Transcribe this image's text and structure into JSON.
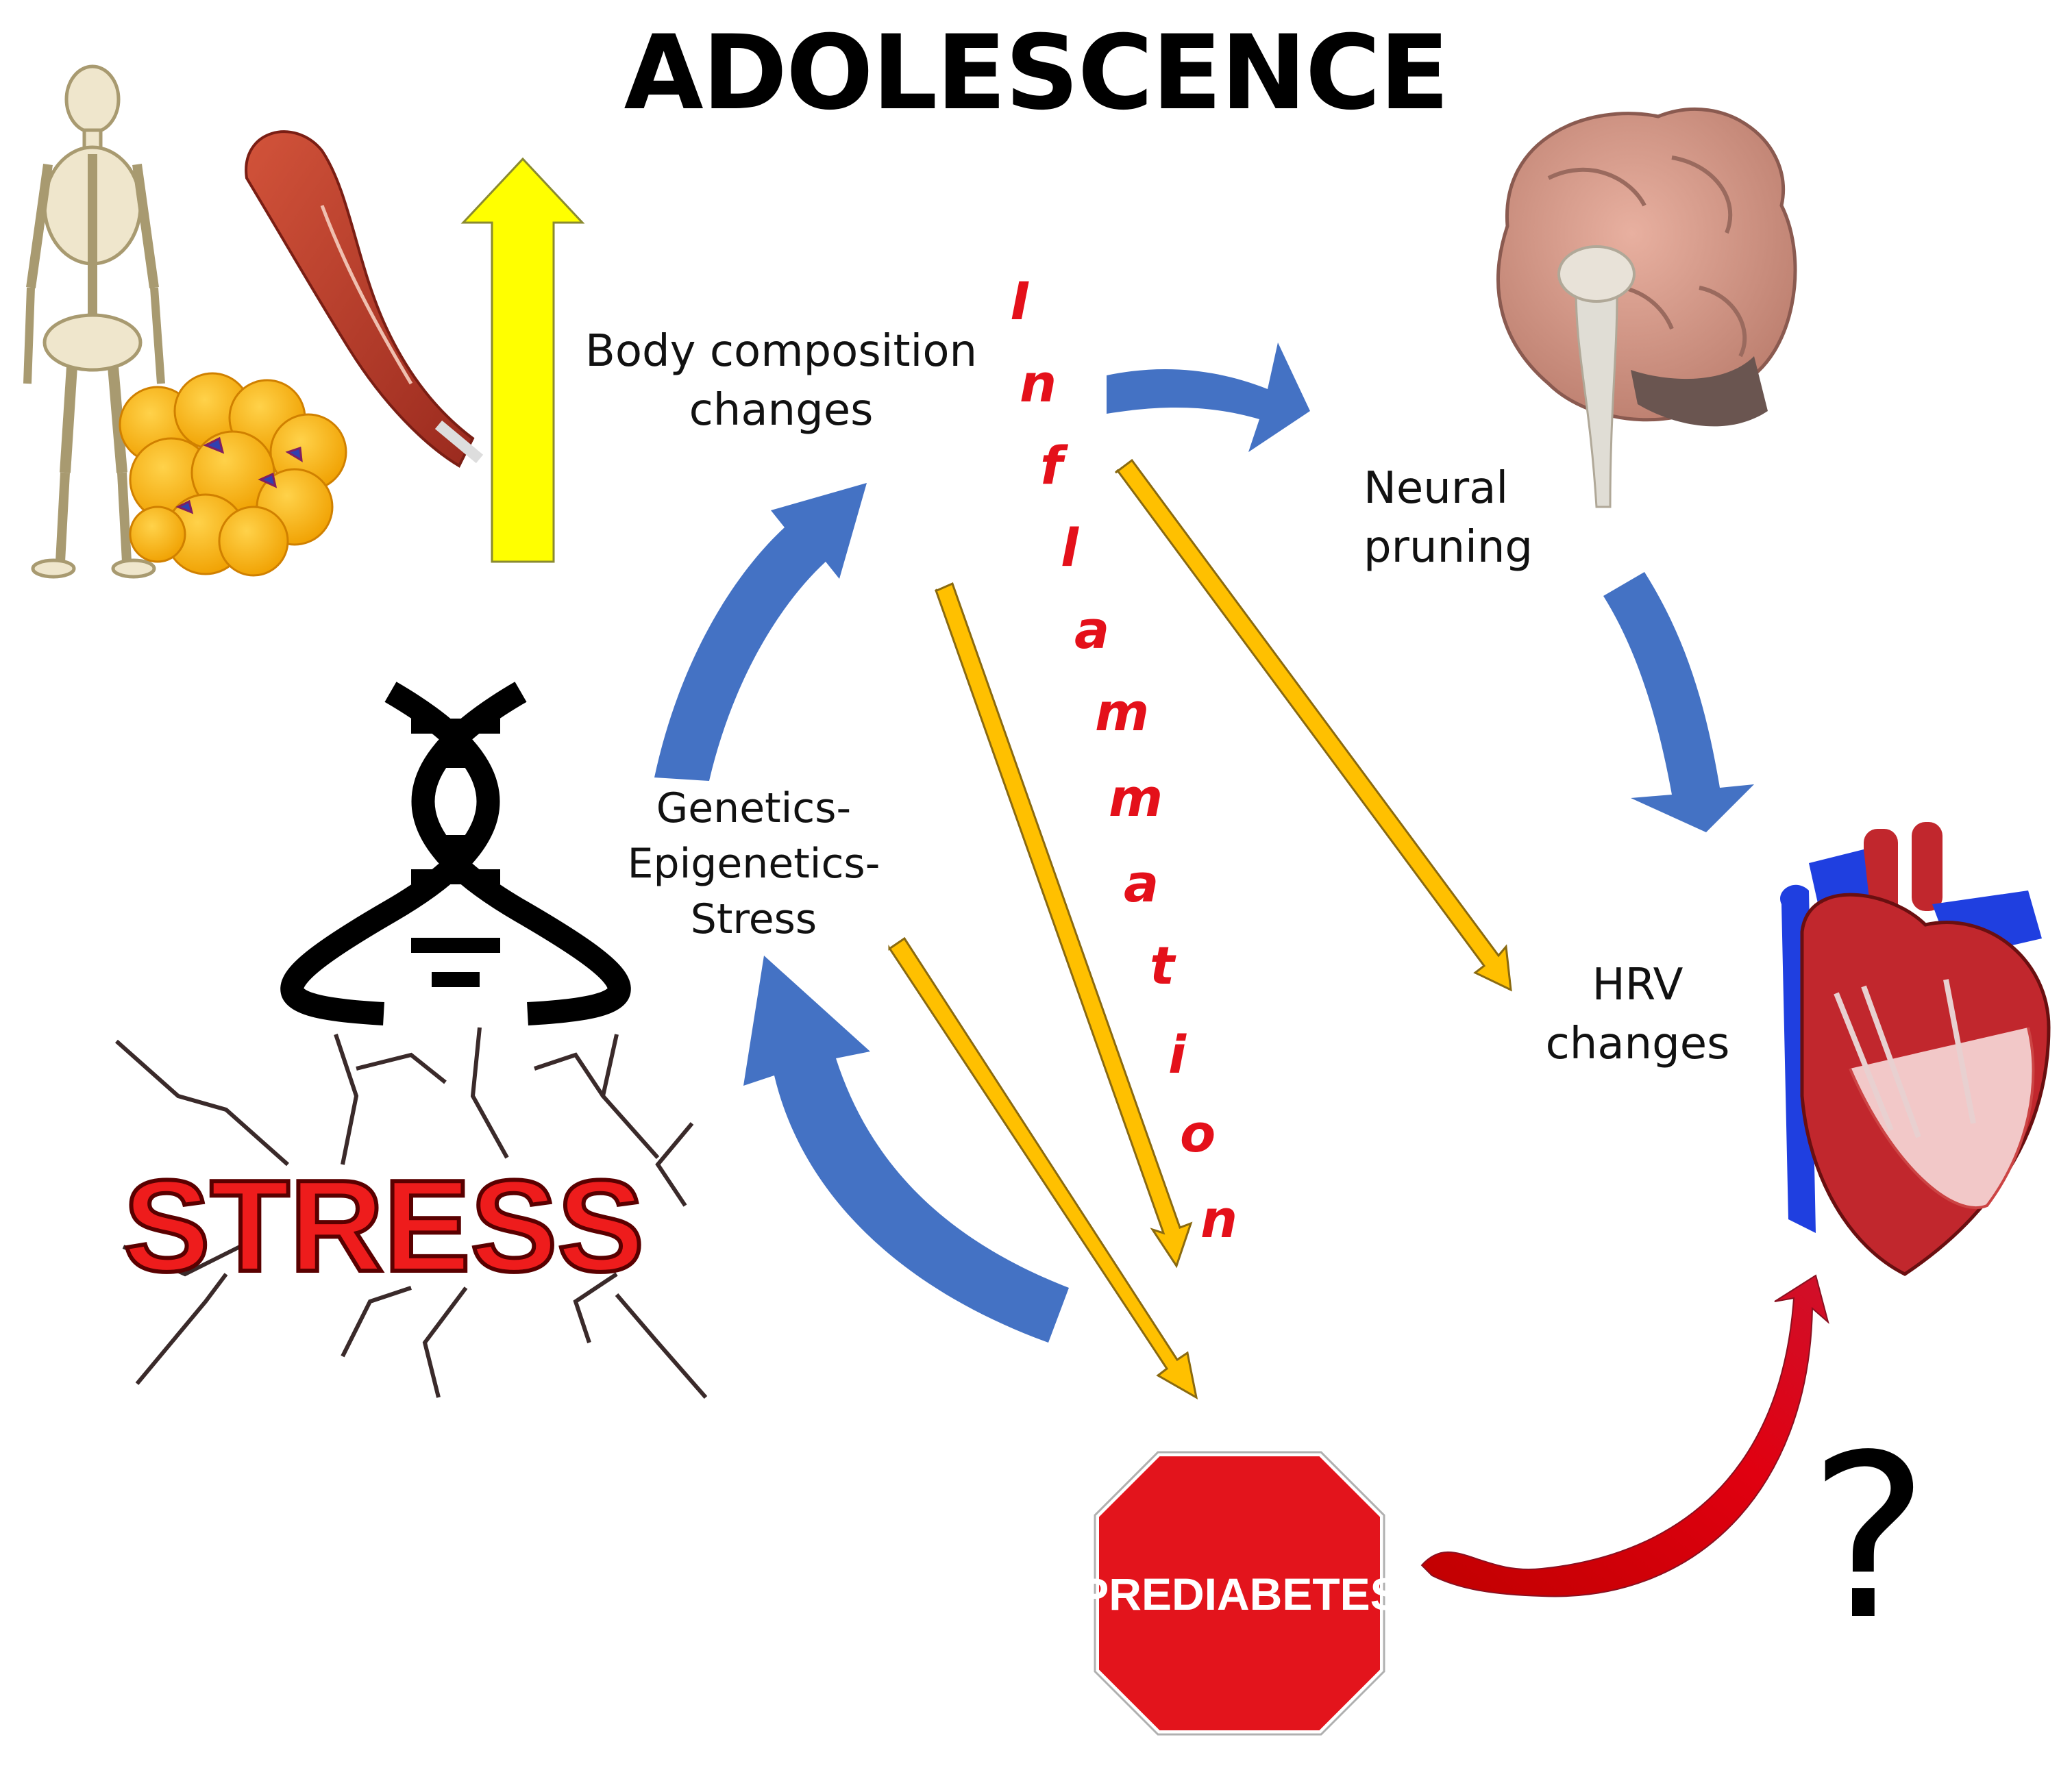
{
  "title": "ADOLESCENCE",
  "labels": {
    "body_composition": "Body composition\nchanges",
    "neural_pruning": "Neural\npruning",
    "genetics": "Genetics-\nEpigenetics-\nStress",
    "hrv": "HRV\nchanges",
    "stress_sign": "STRESS",
    "prediabetes_sign": "PREDIABETES",
    "question": "?"
  },
  "inflammation": [
    "I",
    "n",
    "f",
    "l",
    "a",
    "m",
    "m",
    "a",
    "t",
    "i",
    "o",
    "n"
  ],
  "colors": {
    "blue_arrow": "#4472c4",
    "gold_arrow": "#ffc000",
    "yellow_arrow": "#ffff00",
    "inflammation_text": "#e4101a",
    "stop_sign": "#e3141c",
    "heart_red": "#c1272d",
    "heart_blue": "#1f3fe0"
  },
  "icons": [
    "skeleton-icon",
    "muscle-arm-icon",
    "fat-cells-icon",
    "dna-icon",
    "brain-icon",
    "heart-icon",
    "stop-sign-icon",
    "stress-crack-icon"
  ]
}
